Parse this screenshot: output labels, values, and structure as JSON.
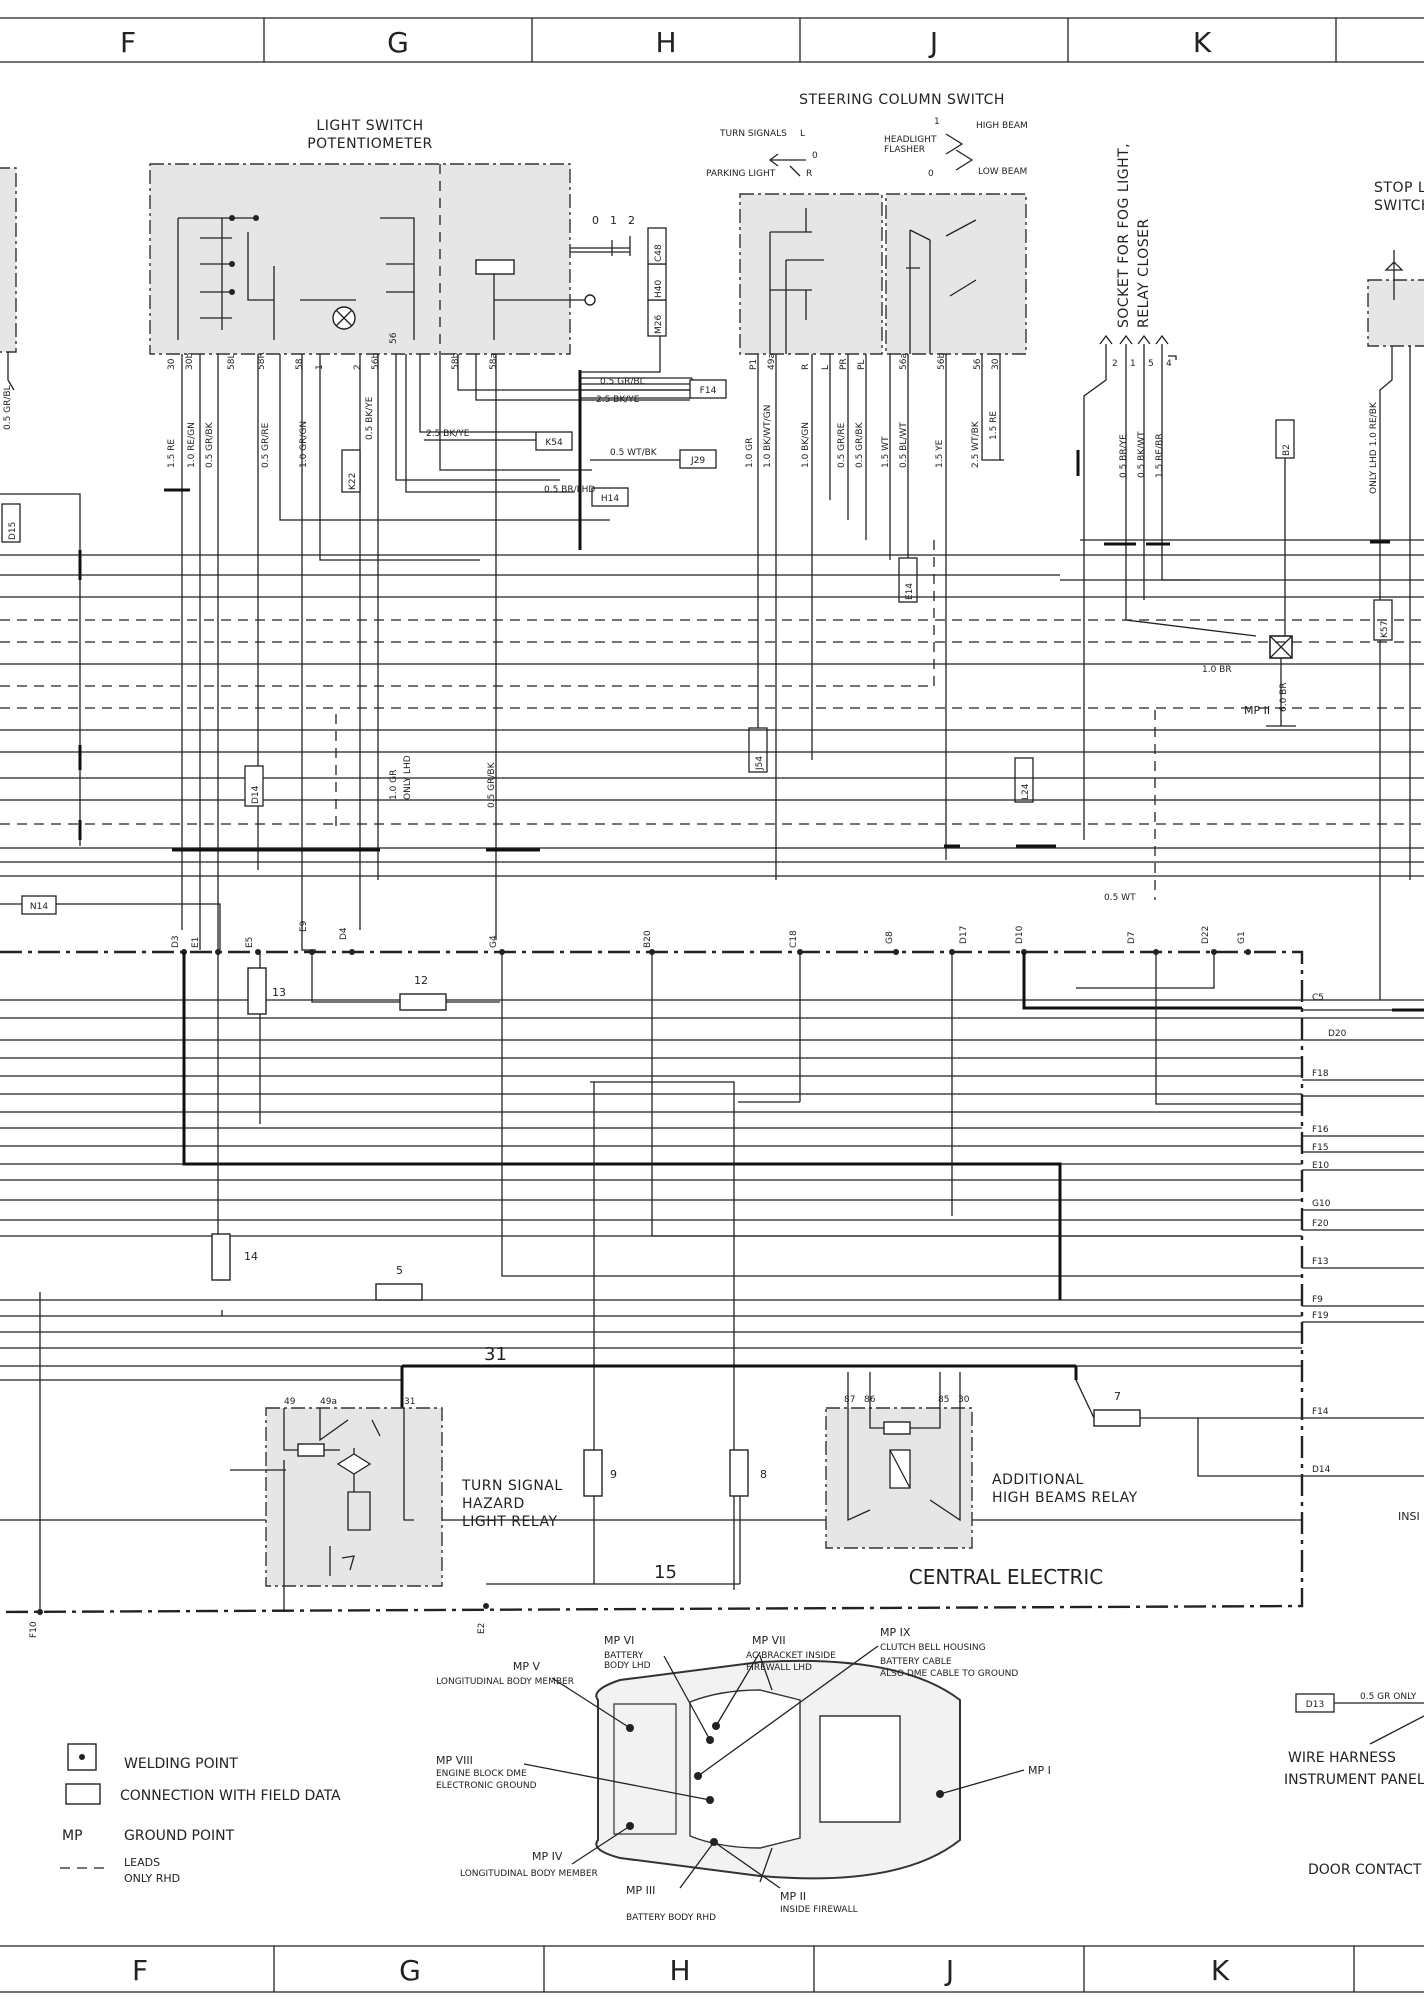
{
  "grid": {
    "columns": [
      "F",
      "G",
      "H",
      "J",
      "K"
    ]
  },
  "components": {
    "light_switch": "LIGHT SWITCH",
    "potentiometer": "POTENTIOMETER",
    "steering_column_switch": "STEERING COLUMN SWITCH",
    "turn_signals": "TURN SIGNALS",
    "parking_light": "PARKING LIGHT",
    "headlight_flasher_1": "HEADLIGHT",
    "headlight_flasher_2": "FLASHER",
    "high_beam": "HIGH BEAM",
    "low_beam": "LOW BEAM",
    "sw_L": "L",
    "sw_R": "R",
    "sw_0a": "0",
    "sw_0b": "0",
    "sw_1": "1",
    "fog_socket_1": "SOCKET FOR FOG LIGHT,",
    "fog_socket_2": "RELAY CLOSER",
    "stop_light_1": "STOP L",
    "stop_light_2": "SWITCH",
    "turn_relay_1": "TURN SIGNAL",
    "turn_relay_2": "HAZARD",
    "turn_relay_3": "LIGHT RELAY",
    "high_relay_1": "ADDITIONAL",
    "high_relay_2": "HIGH BEAMS RELAY",
    "central_electric": "CENTRAL ELECTRIC",
    "mp_ii_label": "MP II",
    "inst": "INSI"
  },
  "connectors": [
    "F14",
    "K54",
    "J29",
    "H14",
    "D15",
    "K22",
    "D14",
    "J54",
    "L24",
    "E14",
    "B2",
    "K57",
    "N14",
    "M26",
    "H40",
    "C48",
    "D13"
  ],
  "wires": {
    "w1": "0.5 GR/BL",
    "w2": "2.5 BK/YE",
    "w3": "2.5 BK/YE",
    "w4": "0.5 WT/BK",
    "w5": "0.5 BR/LHD",
    "w6": "0.5 WT",
    "w7": "1.0 BR",
    "w8": "6.0 BR",
    "w9": "1.0 GR",
    "w10": "ONLY LHD",
    "w11": "0.5 GR/BK",
    "w12": "0.5 GR/BL",
    "w13": "0.5 GR  ONLY",
    "vertical": [
      "1.5 RE",
      "1.0 RE/GN",
      "0.5 GR/BK",
      "0.5 GR/RE",
      "1.0 GR/GN",
      "0.5 BK/YE",
      "1.0 GR",
      "1.0 BK/WT/GN",
      "1.0 BK/GN",
      "0.5 GR/RE",
      "0.5 GR/BK",
      "1.5 WT",
      "0.5 BL/WT",
      "1.5 YE",
      "2.5 WT/BK",
      "1.5 RE",
      "0.5 BR/YE",
      "0.5 BK/WT",
      "1.5 RE/BR",
      "ONLY LHD 1.0 RE/BK"
    ]
  },
  "terminals": {
    "light_switch": [
      "30",
      "30b",
      "58L",
      "58R",
      "58",
      "1",
      "2",
      "56b",
      "56",
      "58b",
      "58a"
    ],
    "steering": [
      "P1",
      "49a",
      "R",
      "L",
      "PR",
      "PL",
      "56a",
      "56b",
      "56",
      "30"
    ],
    "fog": [
      "2",
      "1",
      "5",
      "4"
    ],
    "switch_positions": [
      "0",
      "1",
      "2"
    ],
    "turn_relay": [
      "49",
      "49a",
      "31"
    ],
    "high_relay": [
      "87",
      "86",
      "85",
      "30"
    ],
    "central_top": [
      "D3",
      "E1",
      "E5",
      "E9",
      "D4",
      "G4",
      "B20",
      "C18",
      "G8",
      "D17",
      "D10",
      "D7",
      "D22",
      "G1"
    ],
    "central_right": [
      "C5",
      "D20",
      "F18",
      "F16",
      "F15",
      "E10",
      "G10",
      "F20",
      "F13",
      "F9",
      "F19",
      "F14",
      "D14"
    ],
    "central_bottom": [
      "F10",
      "E2"
    ]
  },
  "fuses": [
    "13",
    "12",
    "14",
    "5",
    "9",
    "8",
    "7"
  ],
  "buses": {
    "b31": "31",
    "b15": "15"
  },
  "ground_points": {
    "mp_v": "MP V",
    "mp_v_desc": "LONGITUDINAL BODY MEMBER",
    "mp_vi": "MP VI",
    "mp_vi_desc_1": "BATTERY",
    "mp_vi_desc_2": "BODY LHD",
    "mp_vii": "MP VII",
    "mp_vii_desc_1": "AC-BRACKET INSIDE",
    "mp_vii_desc_2": "FIREWALL LHD",
    "mp_ix": "MP IX",
    "mp_ix_desc_1": "CLUTCH BELL HOUSING",
    "mp_ix_desc_2": "BATTERY CABLE",
    "mp_ix_desc_3": "ALSO DME CABLE TO GROUND",
    "mp_viii": "MP VIII",
    "mp_viii_desc_1": "ENGINE BLOCK DME",
    "mp_viii_desc_2": "ELECTRONIC GROUND",
    "mp_i": "MP I",
    "mp_iv": "MP IV",
    "mp_iv_desc": "LONGITUDINAL BODY MEMBER",
    "mp_iii": "MP III",
    "mp_iii_desc": "BATTERY  BODY RHD",
    "mp_ii": "MP II",
    "mp_ii_desc": "INSIDE FIREWALL"
  },
  "legend": {
    "welding": "WELDING POINT",
    "connection": "CONNECTION WITH FIELD DATA",
    "mp": "MP",
    "ground": "GROUND POINT",
    "leads_1": "LEADS",
    "leads_2": "ONLY RHD"
  },
  "right_side": {
    "d13_wire": "0.5 GR  ONLY",
    "wire_harness": "WIRE HARNESS",
    "instrument_panel": "INSTRUMENT PANEL",
    "door_contact": "DOOR CONTACT"
  }
}
